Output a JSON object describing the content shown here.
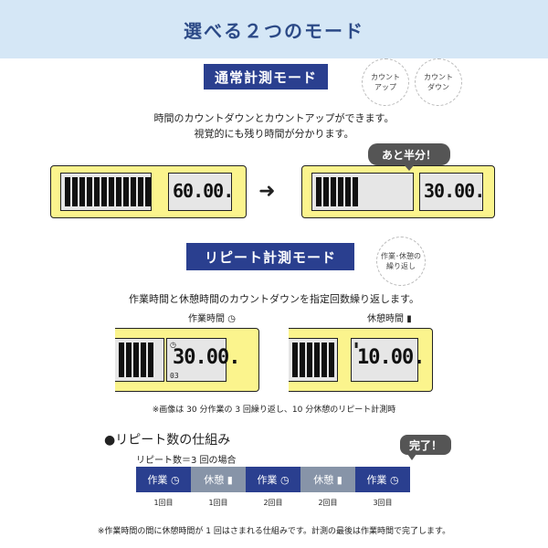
{
  "header": {
    "title": "選べる２つのモード"
  },
  "normal_mode": {
    "label": "通常計測モード",
    "badge_down": "カウント\nダウン",
    "badge_up": "カウント\nアップ",
    "desc_line1": "時間のカウントダウンとカウントアップができます。",
    "desc_line2": "視覚的にも残り時間が分かります。",
    "left_display": "60.00.",
    "right_display": "30.00.",
    "half_bubble": "あと半分！",
    "arrow": "➜"
  },
  "repeat_mode": {
    "label": "リピート計測モード",
    "badge": "作業･休憩の\n繰り返し",
    "desc": "作業時間と休憩時間のカウントダウンを指定回数繰り返します。",
    "work_caption": "作業時間",
    "rest_caption": "休憩時間",
    "work_display": "30.00.",
    "work_counter": "03",
    "rest_display": "10.00.",
    "image_note": "※画像は 30 分作業の 3 回繰り返し、10 分休憩のリピート計測時"
  },
  "structure": {
    "title": "●リピート数の仕組み",
    "subtitle": "リピート数＝3 回の場合",
    "done_bubble": "完了！",
    "steps": [
      {
        "label": "作業",
        "kind": "work",
        "count": "1回目"
      },
      {
        "label": "休憩",
        "kind": "rest",
        "count": "1回目"
      },
      {
        "label": "作業",
        "kind": "work",
        "count": "2回目"
      },
      {
        "label": "休憩",
        "kind": "rest",
        "count": "2回目"
      },
      {
        "label": "作業",
        "kind": "work",
        "count": "3回目"
      }
    ],
    "footnote": "※作業時間の間に休憩時間が 1 回はさまれる仕組みです。計測の最後は作業時間で完了します。"
  },
  "colors": {
    "navy": "#2a3f8f",
    "gray": "#8794a8",
    "yellow": "#fbf48d",
    "header_bg": "#d5e7f6"
  },
  "icons": {
    "work": "clock-icon",
    "rest": "cup-icon"
  }
}
